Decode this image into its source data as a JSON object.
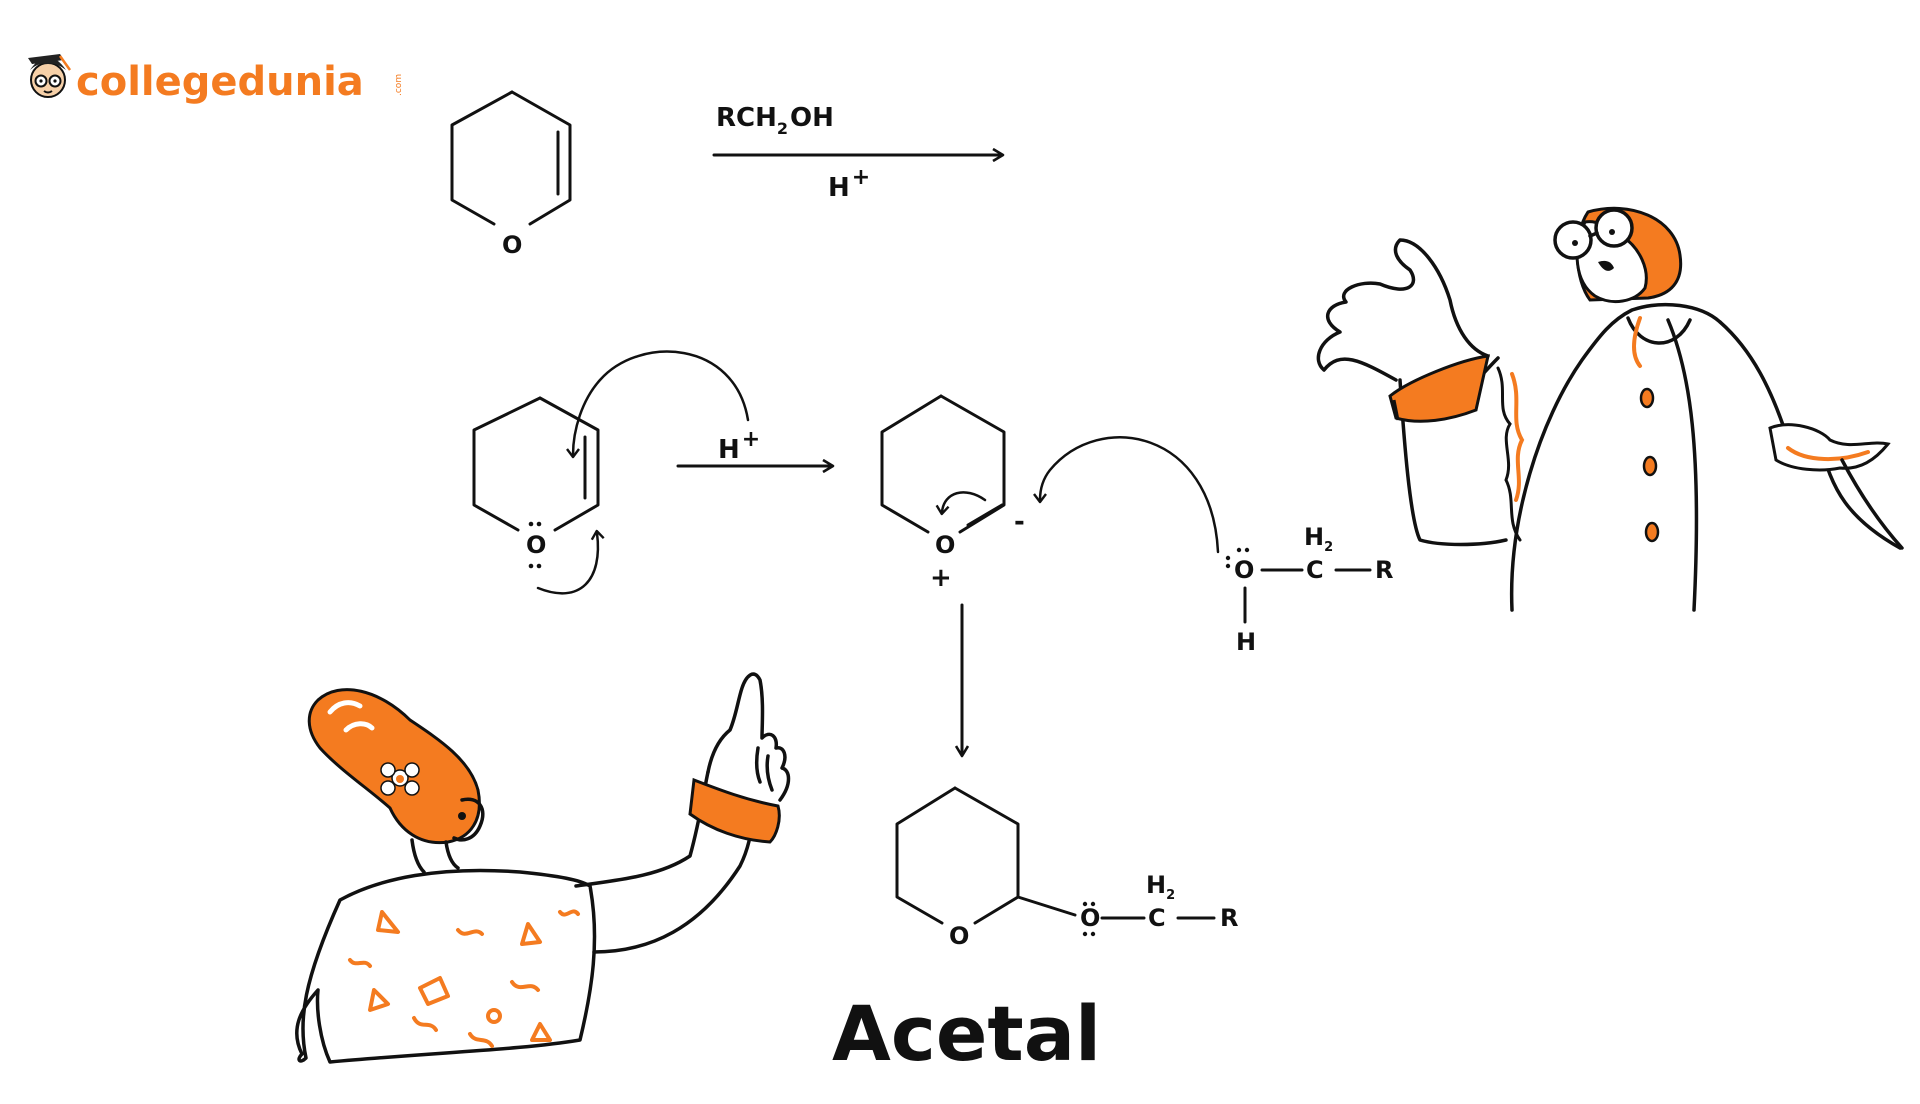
{
  "brand": {
    "name": "collegedunia",
    "suffix": ".com"
  },
  "colors": {
    "accent": "#F47B20",
    "ink": "#111111",
    "background": "#FFFFFF"
  },
  "reaction": {
    "reagent": "RCH",
    "reagent_sub": "2",
    "reagent_tail": "OH",
    "catalyst": "H",
    "catalyst_sup": "+"
  },
  "mechanism": {
    "proton": "H",
    "proton_sup": "+",
    "ring_oxygen": "O",
    "oxonium_oxygen": "O",
    "plus_charge": "+",
    "minus_charge": "-",
    "alcohol_oxygen": "O",
    "alcohol_h": "H",
    "carbon": "C",
    "h2": "H",
    "h2_sub": "2",
    "r_group": "R"
  },
  "product": {
    "ring_oxygen": "O",
    "ether_oxygen": "O",
    "carbon": "C",
    "h2": "H",
    "h2_sub": "2",
    "r_group": "R",
    "name": "Acetal"
  },
  "illustrations": [
    "teacher-figure",
    "student-figure"
  ]
}
